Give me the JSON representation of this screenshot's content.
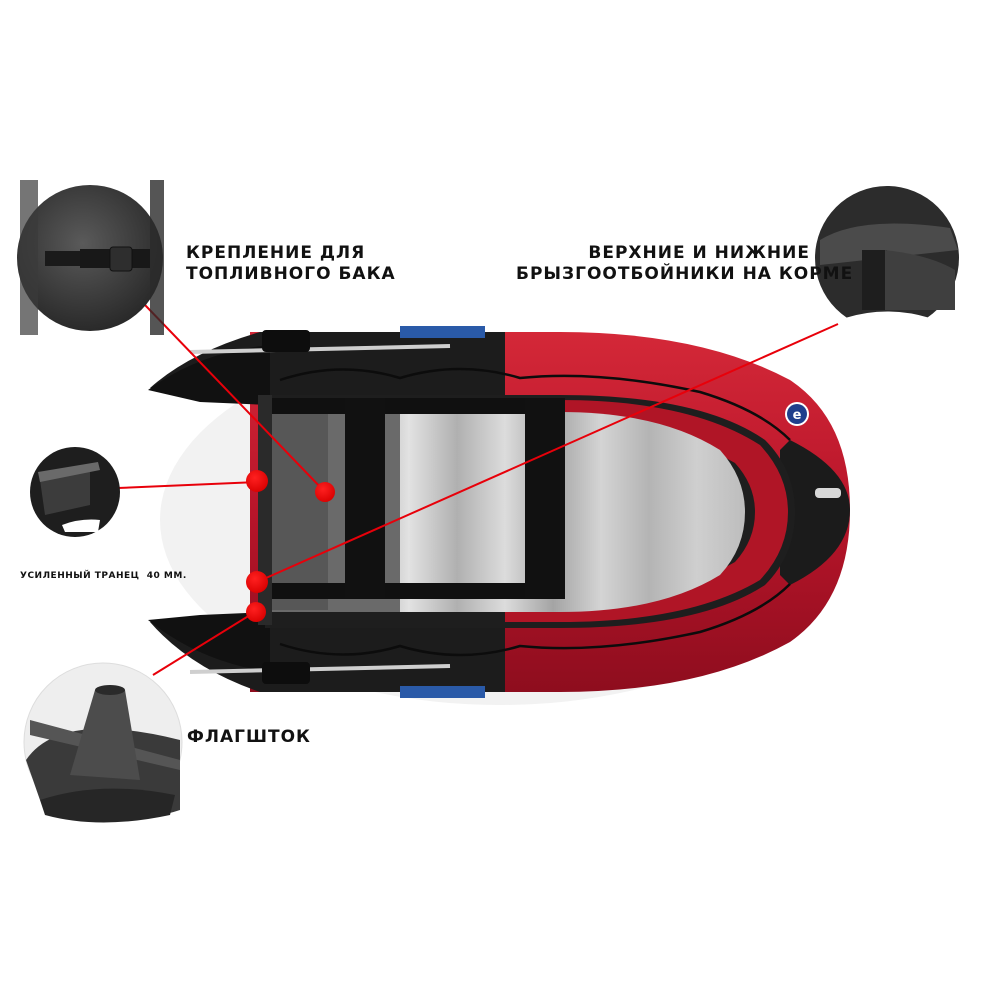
{
  "callouts": {
    "fuel_tank_mount": {
      "text": "КРЕПЛЕНИЕ ДЛЯ\nТОПЛИВНОГО БАКА"
    },
    "stern_splash_guards": {
      "text": "ВЕРХНИЕ И НИЖНИЕ\nБРЫЗГООТБОЙНИКИ НА КОРМЕ"
    },
    "reinforced_transom": {
      "text": "УСИЛЕННЫЙ ТРАНЕЦ  40 ММ."
    },
    "flagpole": {
      "text": "ФЛАГШТОК"
    }
  },
  "colors": {
    "accent_red": "#e8000a",
    "hull_red": "#c0182a",
    "hull_black": "#1a1a1a",
    "floor_gray": "#b8b8b8"
  },
  "icons": {
    "brand_logo": "e-circle-logo"
  }
}
